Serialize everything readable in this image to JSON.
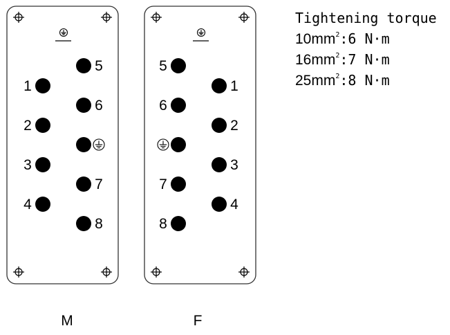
{
  "torque": {
    "title": "Tightening torque",
    "lines": [
      {
        "size": "10mm",
        "sup": "2",
        "value": ":6 N·m"
      },
      {
        "size": "16mm",
        "sup": "2",
        "value": ":7 N·m"
      },
      {
        "size": "25mm",
        "sup": "2",
        "value": ":8 N·m"
      }
    ]
  },
  "panels": [
    {
      "id": "male",
      "label": "M",
      "left_pins": [
        "1",
        "2",
        "3",
        "4"
      ],
      "right_pins": [
        "5",
        "6",
        "ground",
        "7",
        "8"
      ]
    },
    {
      "id": "female",
      "label": "F",
      "left_pins": [
        "5",
        "6",
        "ground",
        "7",
        "8"
      ],
      "right_pins": [
        "1",
        "2",
        "3",
        "4"
      ]
    }
  ]
}
